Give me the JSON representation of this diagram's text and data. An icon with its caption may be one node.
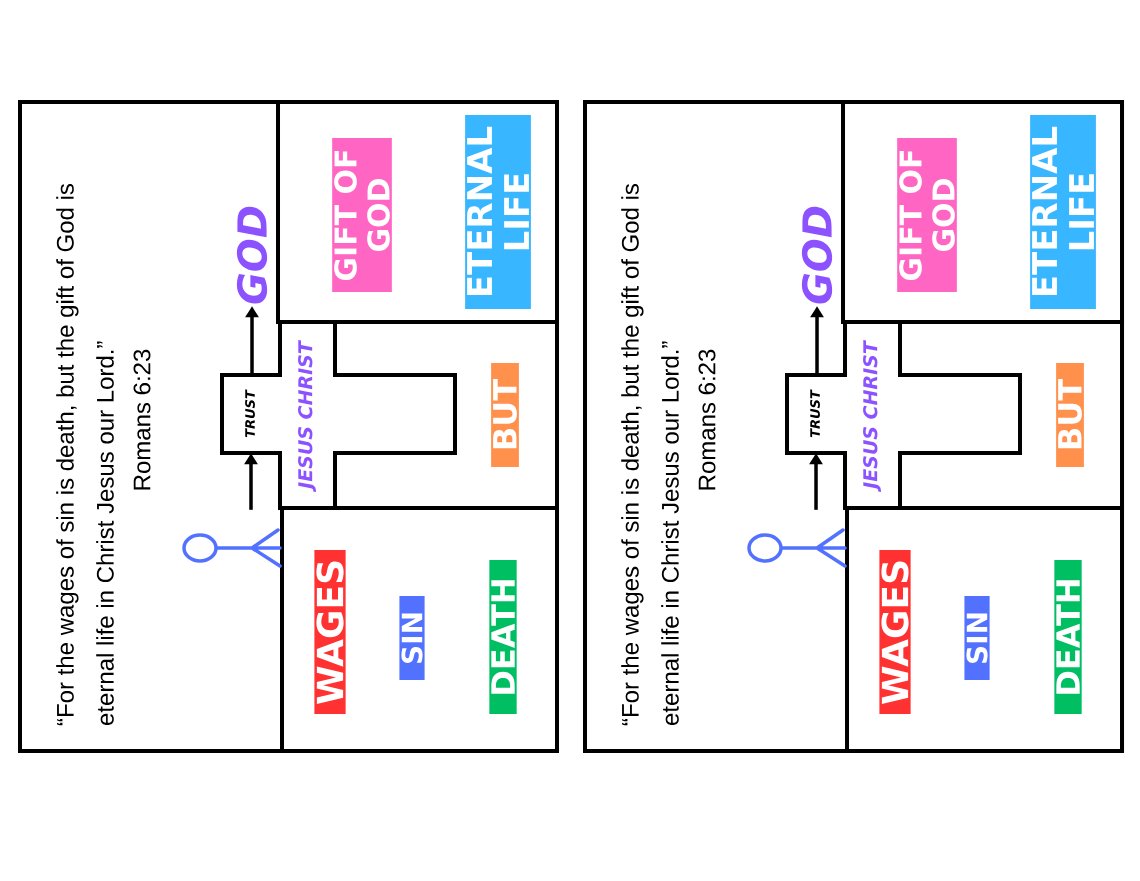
{
  "diagram": {
    "nodes": [
      {
        "text": [
          "GOD"
        ]
      },
      {
        "text": [
          "GIFT OF GOD",
          "ETERNAL LIFE"
        ]
      },
      {
        "text": [
          "BUT"
        ]
      },
      {
        "text": [
          "TRUST",
          "JESUS CHRIST"
        ]
      },
      {
        "text": [
          "WAGES",
          "SIN",
          "DEATH"
        ]
      },
      {
        "text": [],
        "shape": "person"
      },
      {
        "text": [
          "GOD"
        ]
      },
      {
        "text": [
          "GIFT OF GOD",
          "ETERNAL LIFE"
        ]
      },
      {
        "text": [
          "BUT"
        ]
      },
      {
        "text": [
          "TRUST",
          "JESUS CHRIST"
        ]
      },
      {
        "text": [
          "WAGES",
          "SIN",
          "DEATH"
        ]
      },
      {
        "text": [],
        "shape": "person"
      }
    ],
    "edges": [
      {
        "from": 5,
        "to": 3,
        "arrow": "to"
      },
      {
        "from": 3,
        "to": 0,
        "arrow": "to"
      },
      {
        "from": 11,
        "to": 9,
        "arrow": "to"
      },
      {
        "from": 9,
        "to": 6,
        "arrow": "to"
      }
    ],
    "labels": [
      "“For the wages of sin is death, but the gift of God is eternal life in Christ Jesus our Lord.”",
      "Romans 6:23",
      "“For the wages of sin is death, but the gift of God is eternal life in Christ Jesus our Lord.”",
      "Romans 6:23"
    ]
  }
}
